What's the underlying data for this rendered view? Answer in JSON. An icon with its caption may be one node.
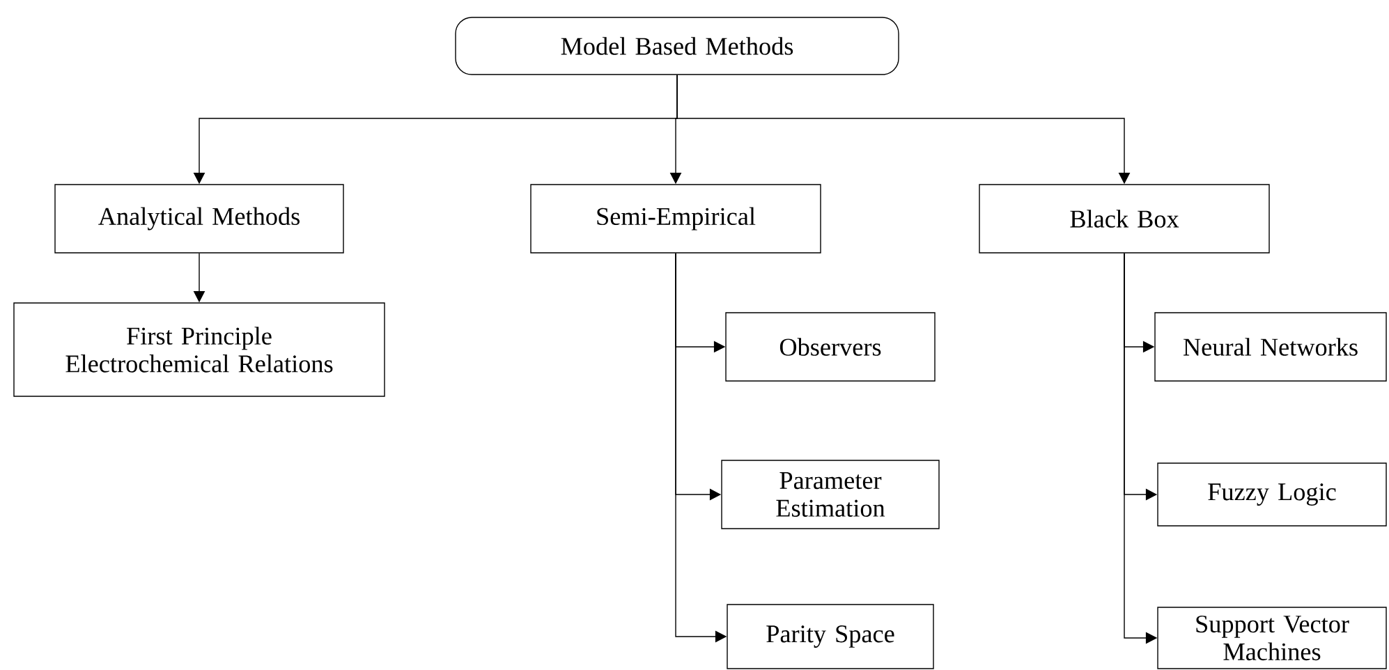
{
  "diagram": {
    "nodes": [
      {
        "text": [
          "Model Based Methods"
        ]
      },
      {
        "text": [
          "Analytical Methods"
        ]
      },
      {
        "text": [
          "First Principle Electrochemical Relations"
        ]
      },
      {
        "text": [
          "Semi-Empirical"
        ]
      },
      {
        "text": [
          "Black Box"
        ]
      },
      {
        "text": [
          "Observers"
        ]
      },
      {
        "text": [
          "Parameter Estimation"
        ]
      },
      {
        "text": [
          "Parity Space"
        ]
      },
      {
        "text": [
          "Neural Networks"
        ]
      },
      {
        "text": [
          "Fuzzy Logic"
        ]
      },
      {
        "text": [
          "Support Vector Machines"
        ]
      }
    ],
    "edges": [
      {
        "from": 0,
        "to": 1,
        "arrow": "to"
      },
      {
        "from": 0,
        "to": 3,
        "arrow": "to"
      },
      {
        "from": 0,
        "to": 4,
        "arrow": "to"
      },
      {
        "from": 1,
        "to": 2,
        "arrow": "to"
      },
      {
        "from": 3,
        "to": 5,
        "arrow": "to"
      },
      {
        "from": 3,
        "to": 6,
        "arrow": "to"
      },
      {
        "from": 3,
        "to": 7,
        "arrow": "to"
      },
      {
        "from": 4,
        "to": 8,
        "arrow": "to"
      },
      {
        "from": 4,
        "to": 9,
        "arrow": "to"
      },
      {
        "from": 4,
        "to": 10,
        "arrow": "to"
      }
    ]
  }
}
